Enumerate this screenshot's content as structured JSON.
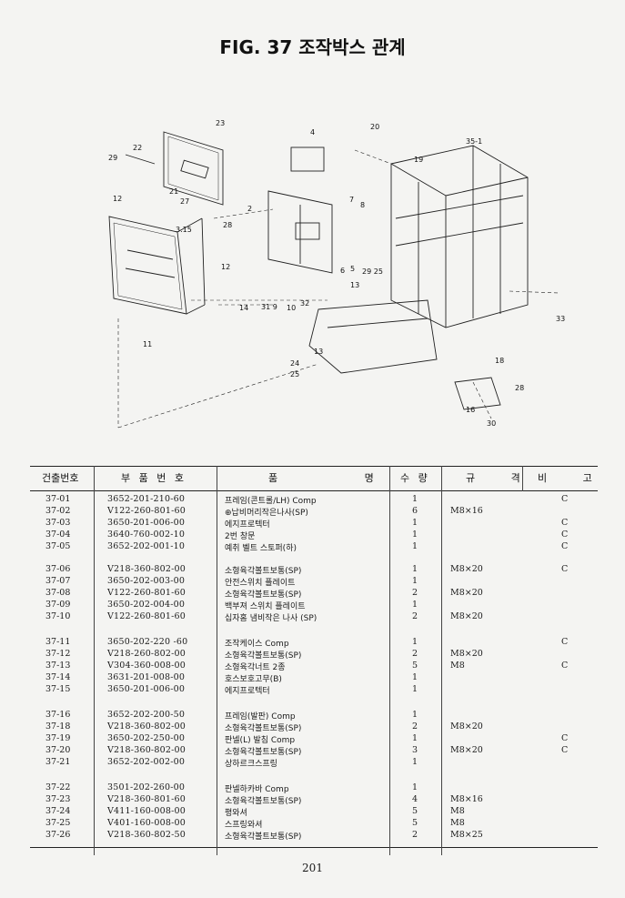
{
  "figure": {
    "title": "FIG. 37 조작박스 관계",
    "callouts": [
      "23",
      "22",
      "29",
      "20",
      "4",
      "35-1",
      "19",
      "12",
      "21",
      "27",
      "3.15",
      "2",
      "7",
      "8",
      "28",
      "12",
      "6",
      "5",
      "29 25",
      "13",
      "14",
      "31 9",
      "10",
      "32",
      "33",
      "11",
      "13",
      "24",
      "25",
      "18",
      "28",
      "16",
      "30"
    ]
  },
  "table": {
    "headers": [
      "건출번호",
      "부 품 번 호",
      "품 명",
      "수 량",
      "규 격",
      "비 고"
    ],
    "groups": [
      [
        {
          "code": "37-01",
          "part": "3652-201-210-60",
          "name": "프레임(콘트롤/LH) Comp",
          "qty": "1",
          "spec": "",
          "note": "C"
        },
        {
          "code": "37-02",
          "part": "V122-260-801-60",
          "name": "⊕납비머리작은나사(SP)",
          "qty": "6",
          "spec": "M8×16",
          "note": ""
        },
        {
          "code": "37-03",
          "part": "3650-201-006-00",
          "name": "에지프로텍터",
          "qty": "1",
          "spec": "",
          "note": "C"
        },
        {
          "code": "37-04",
          "part": "3640-760-002-10",
          "name": "2번 창문",
          "qty": "1",
          "spec": "",
          "note": "C"
        },
        {
          "code": "37-05",
          "part": "3652-202-001-10",
          "name": "예취 벨트 스토퍼(하)",
          "qty": "1",
          "spec": "",
          "note": "C"
        }
      ],
      [
        {
          "code": "37-06",
          "part": "V218-360-802-00",
          "name": "소형육각볼트보통(SP)",
          "qty": "1",
          "spec": "M8×20",
          "note": "C"
        },
        {
          "code": "37-07",
          "part": "3650-202-003-00",
          "name": "안전스위치 플레이트",
          "qty": "1",
          "spec": "",
          "note": ""
        },
        {
          "code": "37-08",
          "part": "V122-260-801-60",
          "name": "소형육각볼트보통(SP)",
          "qty": "2",
          "spec": "M8×20",
          "note": ""
        },
        {
          "code": "37-09",
          "part": "3650-202-004-00",
          "name": "백부져 스위치 플레이트",
          "qty": "1",
          "spec": "",
          "note": ""
        },
        {
          "code": "37-10",
          "part": "V122-260-801-60",
          "name": "십자홈 냄비작은 나사 (SP)",
          "qty": "2",
          "spec": "M8×20",
          "note": ""
        }
      ],
      [
        {
          "code": "37-11",
          "part": "3650-202-220 -60",
          "name": "조작케이스 Comp",
          "qty": "1",
          "spec": "",
          "note": "C"
        },
        {
          "code": "37-12",
          "part": "V218-260-802-00",
          "name": "소형육각볼트보통(SP)",
          "qty": "2",
          "spec": "M8×20",
          "note": ""
        },
        {
          "code": "37-13",
          "part": "V304-360-008-00",
          "name": "소형육각너트 2종",
          "qty": "5",
          "spec": "M8",
          "note": "C"
        },
        {
          "code": "37-14",
          "part": "3631-201-008-00",
          "name": "호스보호고무(B)",
          "qty": "1",
          "spec": "",
          "note": ""
        },
        {
          "code": "37-15",
          "part": "3650-201-006-00",
          "name": "에지프로텍터",
          "qty": "1",
          "spec": "",
          "note": ""
        }
      ],
      [
        {
          "code": "37-16",
          "part": "3652-202-200-50",
          "name": "프레임(발판) Comp",
          "qty": "1",
          "spec": "",
          "note": ""
        },
        {
          "code": "37-18",
          "part": "V218-360-802-00",
          "name": "소형육각볼트보통(SP)",
          "qty": "2",
          "spec": "M8×20",
          "note": ""
        },
        {
          "code": "37-19",
          "part": "3650-202-250-00",
          "name": "판넬(L) 발침 Comp",
          "qty": "1",
          "spec": "",
          "note": "C"
        },
        {
          "code": "37-20",
          "part": "V218-360-802-00",
          "name": "소형육각볼트보통(SP)",
          "qty": "3",
          "spec": "M8×20",
          "note": "C"
        },
        {
          "code": "37-21",
          "part": "3652-202-002-00",
          "name": "상하르크스프링",
          "qty": "1",
          "spec": "",
          "note": ""
        }
      ],
      [
        {
          "code": "37-22",
          "part": "3501-202-260-00",
          "name": "판넬하카바 Comp",
          "qty": "1",
          "spec": "",
          "note": ""
        },
        {
          "code": "37-23",
          "part": "V218-360-801-60",
          "name": "소형육각볼트보통(SP)",
          "qty": "4",
          "spec": "M8×16",
          "note": ""
        },
        {
          "code": "37-24",
          "part": "V411-160-008-00",
          "name": "평와셔",
          "qty": "5",
          "spec": "M8",
          "note": ""
        },
        {
          "code": "37-25",
          "part": "V401-160-008-00",
          "name": "스프링와셔",
          "qty": "5",
          "spec": "M8",
          "note": ""
        },
        {
          "code": "37-26",
          "part": "V218-360-802-50",
          "name": "소형육각볼트보통(SP)",
          "qty": "2",
          "spec": "M8×25",
          "note": ""
        }
      ]
    ]
  },
  "page_number": "201"
}
